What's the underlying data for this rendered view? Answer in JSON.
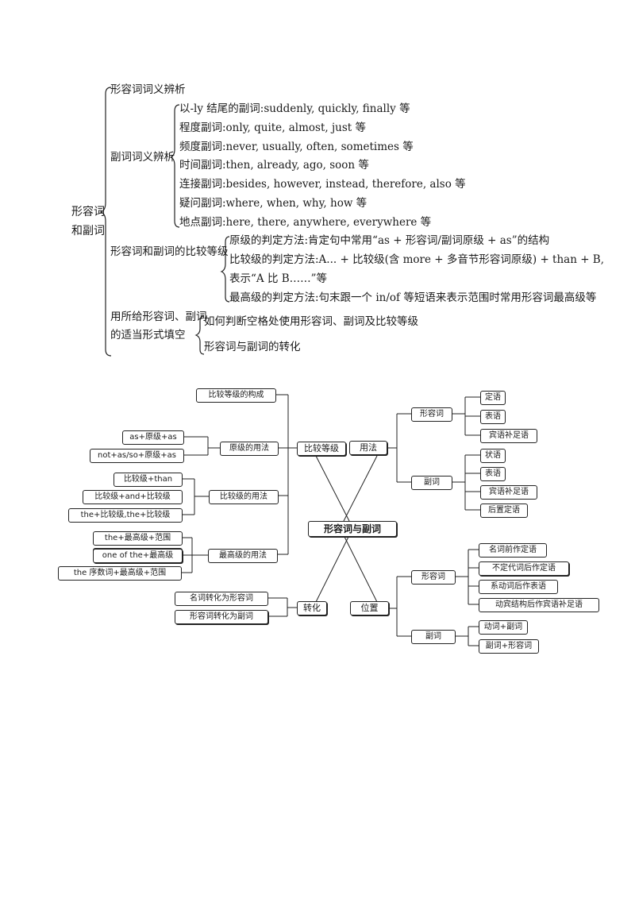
{
  "tree": {
    "root": [
      "形容词",
      "和副词"
    ],
    "b1": "形容词词义辨析",
    "b2": {
      "label": "副词词义辨析",
      "items": [
        "以-ly 结尾的副词:suddenly, quickly, finally 等",
        "程度副词:only, quite, almost, just 等",
        "频度副词:never, usually, often, sometimes 等",
        "时间副词:then, already, ago, soon 等",
        "连接副词:besides, however, instead, therefore, also 等",
        "疑问副词:where, when, why, how 等",
        "地点副词:here, there, anywhere, everywhere 等"
      ]
    },
    "b3": {
      "label": "形容词和副词的比较等级",
      "items": [
        "原级的判定方法:肯定句中常用“as + 形容词/副词原级 + as”的结构",
        "比较级的判定方法:A... + 比较级(含 more + 多音节形容词原级) + than + B,",
        "表示“A 比 B……”等",
        "最高级的判定方法:句末跟一个 in/of 等短语来表示范围时常用形容词最高级等"
      ]
    },
    "b4": {
      "label": [
        "用所给形容词、副词",
        "的适当形式填空"
      ],
      "items": [
        "如何判断空格处使用形容词、副词及比较等级",
        "形容词与副词的转化"
      ]
    }
  },
  "map": {
    "center": "形容词与副词",
    "compare": {
      "label": "比较等级",
      "formation": "比较等级的构成",
      "positive": {
        "label": "原级的用法",
        "items": [
          "as+原级+as",
          "not+as/so+原级+as"
        ]
      },
      "comparative": {
        "label": "比较级的用法",
        "items": [
          "比较级+than",
          "比较级+and+比较级",
          "the+比较级,the+比较级"
        ]
      },
      "superlative": {
        "label": "最高级的用法",
        "items": [
          "the+最高级+范围",
          "one of the+最高级",
          "the 序数词+最高级+范围"
        ]
      }
    },
    "usage": {
      "label": "用法",
      "adj": {
        "label": "形容词",
        "items": [
          "定语",
          "表语",
          "宾语补足语"
        ]
      },
      "adv": {
        "label": "副词",
        "items": [
          "状语",
          "表语",
          "宾语补足语",
          "后置定语"
        ]
      }
    },
    "convert": {
      "label": "转化",
      "items": [
        "名词转化为形容词",
        "形容词转化为副词"
      ]
    },
    "position": {
      "label": "位置",
      "adj": {
        "label": "形容词",
        "items": [
          "名词前作定语",
          "不定代词后作定语",
          "系动词后作表语",
          "动宾结构后作宾语补足语"
        ]
      },
      "adv": {
        "label": "副词",
        "items": [
          "动词+副词",
          "副词+形容词"
        ]
      }
    }
  }
}
